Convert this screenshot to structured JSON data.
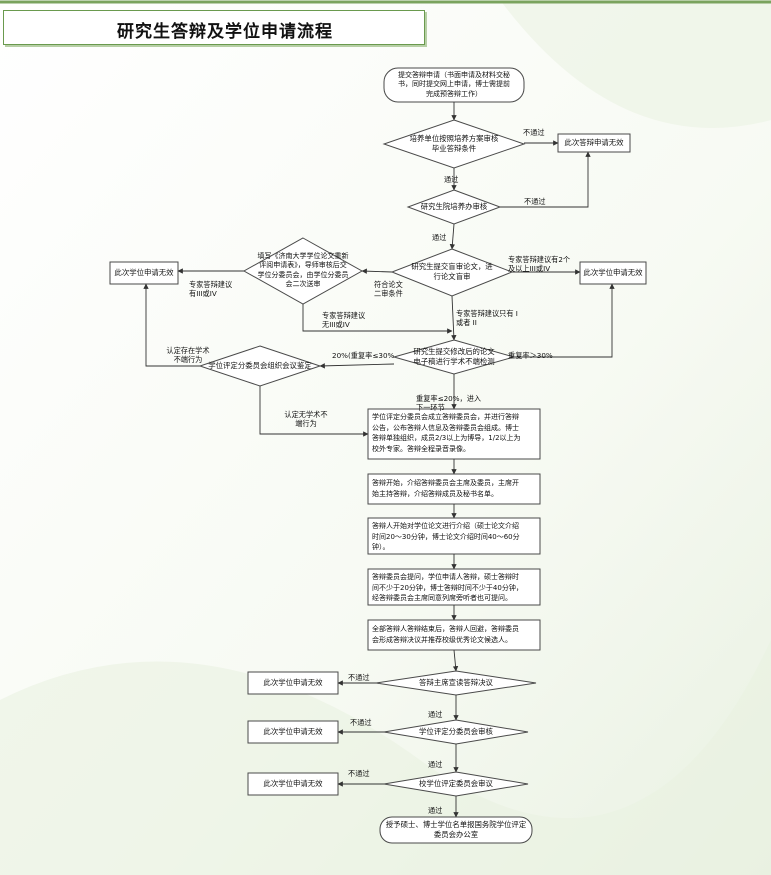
{
  "title": "研究生答辩及学位申请流程",
  "colors": {
    "title_border": "#6a9a4e",
    "box_fill": "#ffffff",
    "box_stroke": "#4a4a4a",
    "line": "#333333"
  },
  "nodes": {
    "start": [
      "提交答辩申请（书面申请及材料交秘",
      "书，同时提交网上申请，博士需提前",
      "完成预答辩工作）"
    ],
    "d_unit": [
      "培养单位按照培养方案审核",
      "毕业答辩条件"
    ],
    "invalid_defense": "此次答辩申请无效",
    "d_office": "研究生院培养办审核",
    "d_expert": [
      "研究生提交盲审论文，进",
      "行论文盲审"
    ],
    "invalid_right1": "此次学位申请无效",
    "second_review": [
      "填写《济南大学学位论文重新",
      "评阅申请表》，导师审核后交",
      "学位分委员会，由学位分委员",
      "会二次送审"
    ],
    "invalid_left1": "此次学位申请无效",
    "d_check": [
      "研究生提交修改后的论文",
      "电子稿进行学术不端检测"
    ],
    "d_committee": "学位评定分委员会组织会议鉴定",
    "form_committee": [
      "学位评定分委员会成立答辩委员会，并进行答辩",
      "公告，公布答辩人信息及答辩委员会组成。博士",
      "答辩单独组织，成员2/3以上为博导，1/2以上为",
      "校外专家。答辩全程录音录像。"
    ],
    "step_open": [
      "答辩开始，介绍答辩委员会主席及委员，主席开",
      "始主持答辩，介绍答辩成员及秘书名单。"
    ],
    "step_present": [
      "答辩人开始对学位论文进行介绍（硕士论文介绍",
      "时间20～30分钟，博士论文介绍时间40～60分",
      "钟）。"
    ],
    "step_question": [
      "答辩委员会提问，学位申请人答辩，硕士答辩时",
      "间不少于20分钟，博士答辩时间不少于40分钟，",
      "经答辩委员会主席同意列席旁听者也可提问。"
    ],
    "step_resolve": [
      "全部答辩人答辩结束后，答辩人回避，答辩委员",
      "会形成答辩决议并推荐校级优秀论文候选人。"
    ],
    "d_announce": "答辩主席宣读答辩决议",
    "invalid_a": "此次学位申请无效",
    "d_subcommittee": "学位评定分委员会审核",
    "invalid_b": "此次学位申请无效",
    "d_university": "校学位评定委员会审议",
    "invalid_c": "此次学位申请无效",
    "end": [
      "授予硕士、博士学位名单报国务院学位评定",
      "委员会办公室"
    ]
  },
  "labels": {
    "fail": "不通过",
    "pass": "通过",
    "fail_unit": "不通过",
    "pass_unit": "通过",
    "fail_office": "不通过",
    "pass_office": "通过",
    "two_or_more": [
      "专家答辩建议有2个",
      "及以上III或IV"
    ],
    "meets_second": [
      "符合论文",
      "二审条件"
    ],
    "expert_has_34": [
      "专家答辩建议",
      "有III或IV"
    ],
    "expert_no_34": [
      "专家答辩建议",
      "无III或IV"
    ],
    "only_12": [
      "专家答辩建议只有 I",
      "或者 II"
    ],
    "dup_mid": "20%(重复率≤30%",
    "dup_high": "重复率＞30%",
    "dup_low": [
      "重复率≤20%，进入",
      "下一环节"
    ],
    "misconduct_yes": [
      "认定存在学术",
      "不端行为"
    ],
    "misconduct_no": [
      "认定无学术不",
      "端行为"
    ],
    "fail_a": "不通过",
    "pass_a": "通过",
    "fail_b": "不通过",
    "pass_b": "通过",
    "fail_c": "不通过",
    "pass_c": "通过"
  }
}
